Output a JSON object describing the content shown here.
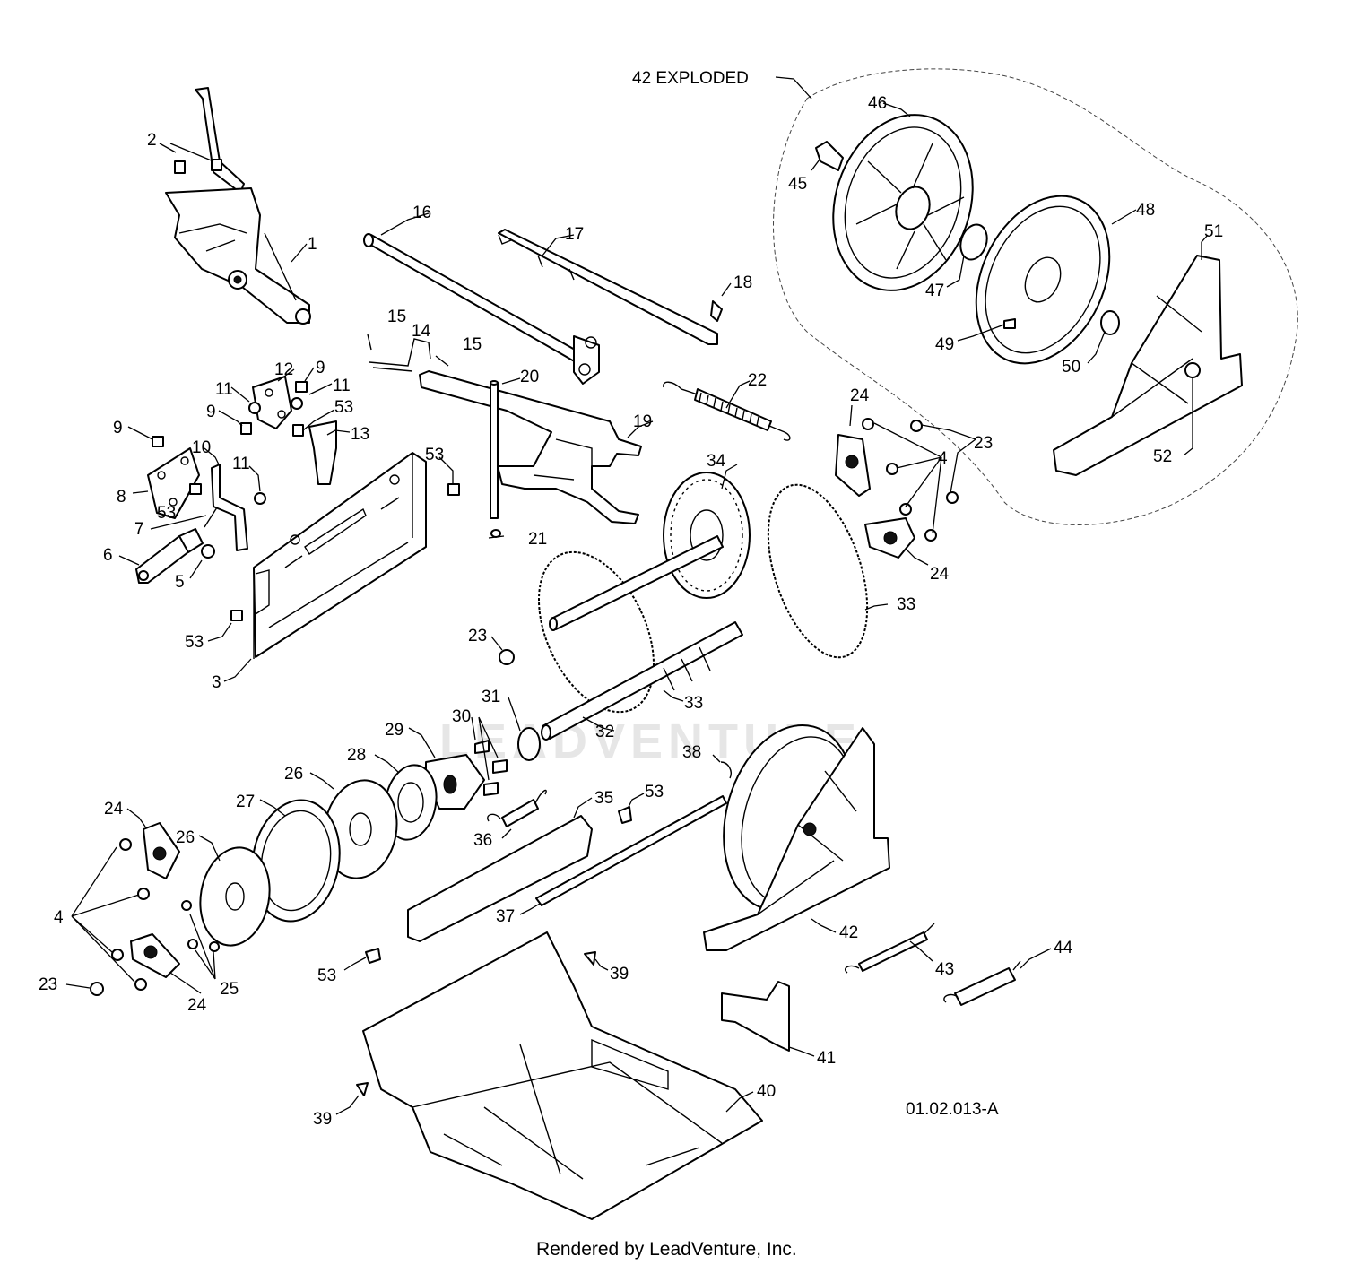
{
  "drawing_number": "01.02.013-A",
  "footer": "Rendered by LeadVenture, Inc.",
  "watermark": "LEADVENTURE",
  "exploded_label": "42 EXPLODED",
  "callouts": [
    "1",
    "2",
    "3",
    "4",
    "4",
    "5",
    "6",
    "7",
    "8",
    "9",
    "9",
    "10",
    "11",
    "11",
    "11",
    "12",
    "13",
    "14",
    "15",
    "15",
    "16",
    "17",
    "18",
    "19",
    "20",
    "21",
    "22",
    "23",
    "23",
    "23",
    "24",
    "24",
    "24",
    "24",
    "25",
    "26",
    "27",
    "28",
    "29",
    "30",
    "31",
    "32",
    "33",
    "33",
    "34",
    "35",
    "36",
    "37",
    "38",
    "39",
    "39",
    "40",
    "41",
    "42",
    "43",
    "44",
    "45",
    "46",
    "47",
    "48",
    "49",
    "50",
    "51",
    "52",
    "53",
    "53",
    "53",
    "53",
    "53",
    "53"
  ]
}
